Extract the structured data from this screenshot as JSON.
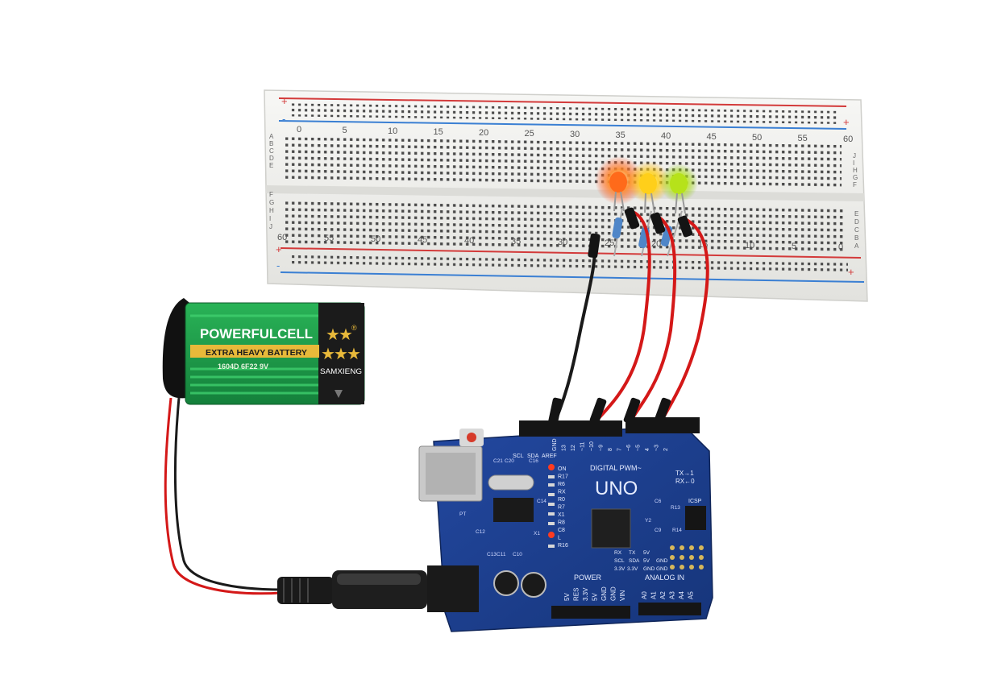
{
  "battery": {
    "brand": "POWERFULCELL",
    "type_label": "EXTRA HEAVY BATTERY",
    "model": "1604D 6F22 9V",
    "maker": "SAMXIENG",
    "registered_mark": "®",
    "colors": {
      "body": "#1f9a4a",
      "stripe": "#3fcf6e",
      "label_band": "#e8b93a",
      "cap": "#1b1b1b"
    }
  },
  "breadboard": {
    "col_numbers_top": [
      "0",
      "5",
      "10",
      "15",
      "20",
      "25",
      "30",
      "35",
      "40",
      "45",
      "50",
      "55",
      "60"
    ],
    "col_numbers_bottom": [
      "60",
      "55",
      "50",
      "45",
      "40",
      "35",
      "30",
      "25",
      "20",
      "15",
      "10",
      "5",
      "0"
    ],
    "row_letters_left_top": [
      "A",
      "B",
      "C",
      "D",
      "E"
    ],
    "row_letters_left_bottom": [
      "F",
      "G",
      "H",
      "I",
      "J"
    ],
    "row_letters_right_top": [
      "J",
      "I",
      "H",
      "G",
      "F"
    ],
    "row_letters_right_bottom": [
      "E",
      "D",
      "C",
      "B",
      "A"
    ],
    "rail_plus": "+",
    "rail_minus": "-",
    "colors": {
      "body": "#f1f1ef",
      "rail_red": "#d33a3a",
      "rail_blue": "#3a7fd3"
    }
  },
  "leds": [
    {
      "name": "red",
      "color": "#ff5a1a"
    },
    {
      "name": "yellow",
      "color": "#ffd21a"
    },
    {
      "name": "green",
      "color": "#b8e61a"
    }
  ],
  "board": {
    "model": "UNO",
    "digital_label": "DIGITAL PWM~",
    "tx_label": "TX→1",
    "rx_label": "RX←0",
    "power_label": "POWER",
    "analog_label": "ANALOG IN",
    "icsp_label": "ICSP",
    "top_header_pins": [
      "GND",
      "13",
      "12",
      "~11",
      "~10",
      "~9",
      "8",
      "7",
      "~6",
      "~5",
      "4",
      "~3",
      "2"
    ],
    "aref_pins": [
      "SCL",
      "SDA",
      "AREF"
    ],
    "power_pins": [
      "5V",
      "RES",
      "3.3V",
      "5V",
      "GND",
      "GND",
      "VIN"
    ],
    "analog_pins": [
      "A0",
      "A1",
      "A2",
      "A3",
      "A4",
      "A5"
    ],
    "side_labels": [
      "ON",
      "R17",
      "R6",
      "RX",
      "R0",
      "R7",
      "X1",
      "R8",
      "C8",
      "L",
      "R16"
    ],
    "part_labels": [
      "C21",
      "C20",
      "C16",
      "C14",
      "C12",
      "C13",
      "C11",
      "C10",
      "C6",
      "R13",
      "R14",
      "C9",
      "X1",
      "Y2",
      "PT"
    ],
    "mid_right": [
      "RX",
      "TX",
      "5V",
      "SCL",
      "SDA",
      "5V",
      "GND",
      "3.3V",
      "3.3V",
      "GND",
      "GND"
    ],
    "colors": {
      "pcb": "#1c3f8e",
      "pcb_edge": "#2f58b5",
      "header": "#151515",
      "usb": "#c9c9c9"
    }
  }
}
